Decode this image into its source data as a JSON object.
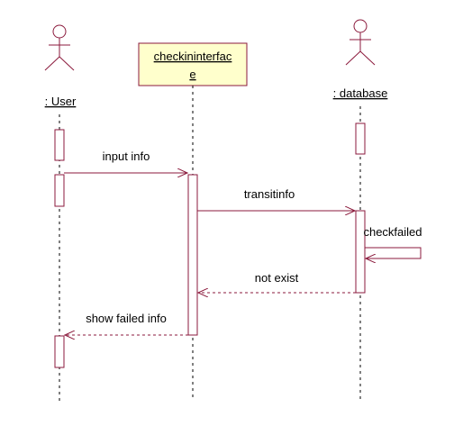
{
  "participants": {
    "user": {
      "label": ": User",
      "kind": "actor"
    },
    "interface": {
      "label_line1": "checkininterfac",
      "label_line2": "e",
      "kind": "object"
    },
    "database": {
      "label": ": database",
      "kind": "actor"
    }
  },
  "messages": {
    "input_info": {
      "label": "input info",
      "style": "sync"
    },
    "transit_info": {
      "label": "transitinfo",
      "style": "sync"
    },
    "check_failed": {
      "label": "checkfailed",
      "style": "self"
    },
    "not_exist": {
      "label": "not exist",
      "style": "return"
    },
    "show_failed_info": {
      "label": "show failed info",
      "style": "return"
    }
  },
  "colors": {
    "line": "#8b1a3c",
    "object_fill": "#ffffcc",
    "text": "#000000",
    "lifeline": "#000000"
  }
}
